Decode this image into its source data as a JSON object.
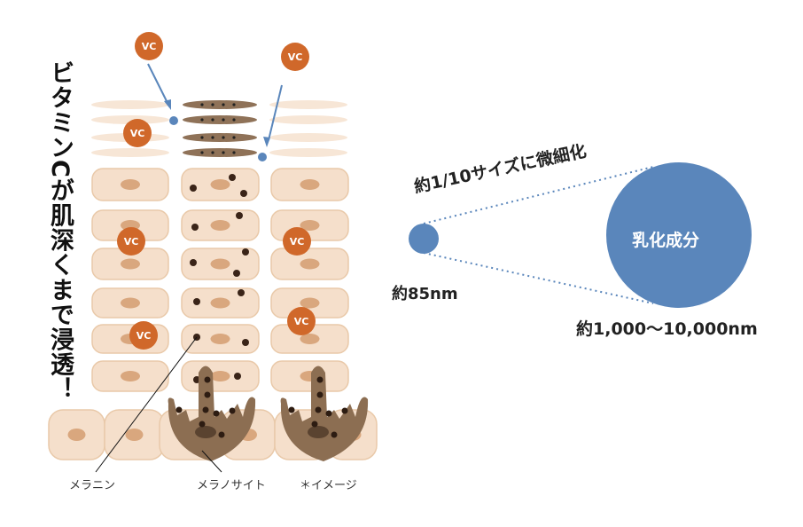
{
  "headline": "ビタミンCが肌深くまで浸透！",
  "vc_label": "VC",
  "labels": {
    "melanin": "メラニン",
    "melanocyte": "メラノサイト",
    "image_note": "＊イメージ"
  },
  "comparison": {
    "reduction": "約1/10サイズに微細化",
    "small_size": "約85nm",
    "large_name": "乳化成分",
    "large_size": "約1,000〜10,000nm"
  },
  "colors": {
    "vc": "#d0682a",
    "blue": "#5a86bb",
    "cell": "#f5dfcb",
    "melanocyte": "#8c6e52"
  }
}
